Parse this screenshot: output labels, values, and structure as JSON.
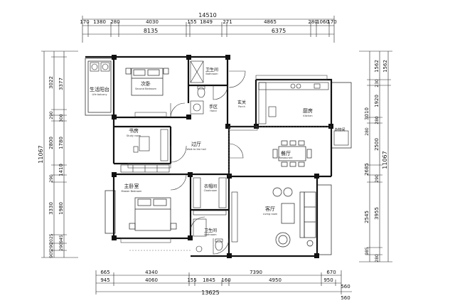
{
  "dimensions": {
    "top_total": "14510",
    "top_row1": [
      "170",
      "1380",
      "280",
      "4030",
      "155",
      "1849",
      "271",
      "4865",
      "280",
      "1060",
      "170"
    ],
    "top_row2_left": "8135",
    "top_row2_right": "6375",
    "bottom_row1": [
      "665",
      "4340",
      "7390",
      "670"
    ],
    "bottom_row2": [
      "945",
      "4060",
      "155",
      "1845",
      "160",
      "4950",
      "950",
      "560"
    ],
    "bottom_total": "13625",
    "bottom_extra": "560",
    "left_outer": "11067",
    "left_row": [
      "3022",
      "3377",
      "290",
      "300",
      "2800",
      "1780",
      "1410",
      "290",
      "3330",
      "1980",
      "945",
      "2025",
      "290",
      "290",
      "905"
    ],
    "right_row1": [
      "1562",
      "230",
      "1920",
      "280",
      "3010",
      "280",
      "2500",
      "2685",
      "290",
      "2545",
      "3955",
      "985",
      "280"
    ],
    "right_row2": [
      "1562",
      "11067"
    ]
  },
  "rooms": {
    "balcony_life": {
      "label": "生活阳台",
      "sub": "Life balcony"
    },
    "second_bedroom": {
      "label": "次卧",
      "sub": "Second Bedroom"
    },
    "bath_top": {
      "label": "卫生间",
      "sub": "Bathroom"
    },
    "hand_wash": {
      "label": "手区",
      "sub": "Hand"
    },
    "foyer": {
      "label": "玄关",
      "sub": "Porch"
    },
    "kitchen": {
      "label": "厨房",
      "sub": "Kitchen"
    },
    "storage": {
      "label": "杂物间",
      "sub": ""
    },
    "study": {
      "label": "书房",
      "sub": "Study room"
    },
    "hallway": {
      "label": "过厅",
      "sub": "Walk to the hall"
    },
    "dining": {
      "label": "餐厅",
      "sub": "Restaurant"
    },
    "master": {
      "label": "主卧室",
      "sub": "Master Bedroom"
    },
    "closet": {
      "label": "衣帽间",
      "sub": "Cloakroom"
    },
    "living": {
      "label": "客厅",
      "sub": "Living room"
    },
    "bath_bottom": {
      "label": "卫生间",
      "sub": "Bathroom"
    }
  }
}
